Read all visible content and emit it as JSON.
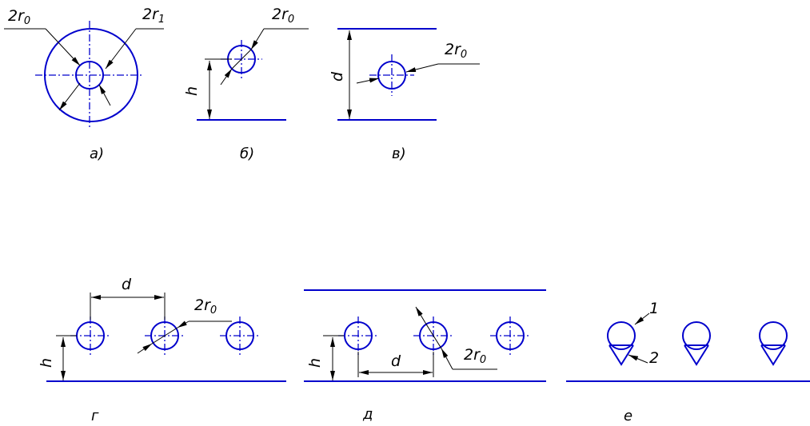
{
  "labels": {
    "r0": "2r",
    "r0_sub": "0",
    "r1": "2r",
    "r1_sub": "1",
    "h": "h",
    "d": "d",
    "one": "1",
    "two": "2"
  },
  "captions": {
    "a": "а)",
    "b": "б)",
    "v": "в)",
    "g": "г",
    "d": "д",
    "e": "е"
  },
  "colors": {
    "conductor": "#0000cc",
    "dimension": "#000000"
  }
}
